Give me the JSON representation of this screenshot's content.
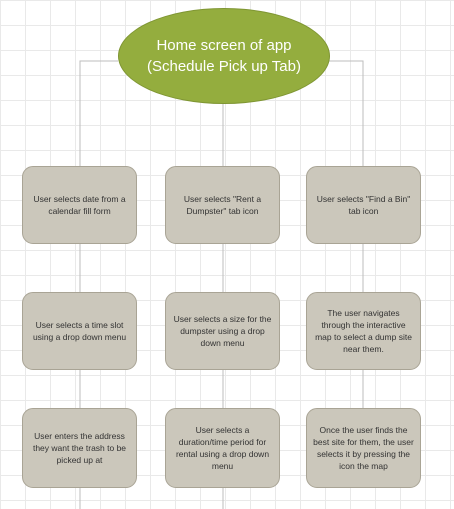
{
  "diagram": {
    "root": {
      "label": "Home screen of app (Schedule Pick up Tab)"
    },
    "columns": [
      {
        "steps": [
          "User selects date from a calendar fill form",
          "User selects a time slot using a drop down menu",
          "User enters the address they want the trash to be picked up at"
        ]
      },
      {
        "steps": [
          "User selects \"Rent a Dumpster\" tab icon",
          "User selects a size for the dumpster using a drop down menu",
          "User selects a duration/time period for rental using a drop down menu"
        ]
      },
      {
        "steps": [
          "User selects \"Find a Bin\" tab icon",
          "The user navigates through the interactive map to select a dump site near them.",
          "Once the user finds the best site for them, the user selects it by pressing the icon the map"
        ]
      }
    ],
    "colors": {
      "root_fill": "#94ad3e",
      "root_text": "#ffffff",
      "step_fill": "#cbc7bb",
      "step_border": "#a9a495",
      "connector": "#bdbdbd"
    }
  }
}
